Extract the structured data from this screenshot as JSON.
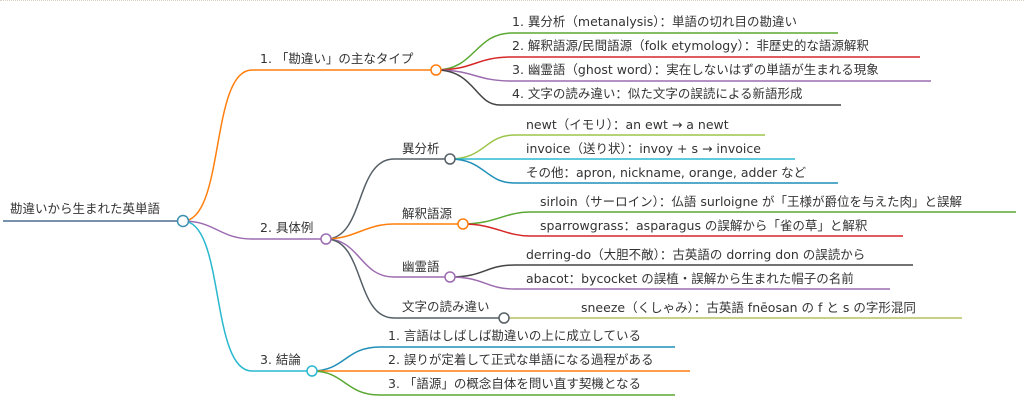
{
  "root": {
    "label": "勘違いから生まれた英単語"
  },
  "branches": [
    {
      "label": "1. 「勘違い」の主なタイプ",
      "items": [
        "1. 異分析（metanalysis）：単語の切れ目の勘違い",
        "2. 解釈語源/民間語源（folk etymology）：非歴史的な語源解釈",
        "3. 幽霊語（ghost word）：実在しないはずの単語が生まれる現象",
        "4. 文字の読み違い：似た文字の誤読による新語形成"
      ]
    },
    {
      "label": "2. 具体例",
      "groups": [
        {
          "label": "異分析",
          "items": [
            "newt（イモリ）：an ewt → a newt",
            "invoice（送り状）：invoy + s → invoice",
            "その他：apron, nickname, orange, adder など"
          ]
        },
        {
          "label": "解釈語源",
          "items": [
            "sirloin（サーロイン）：仏語 surloigne が「王様が爵位を与えた肉」と誤解",
            "sparrowgrass：asparagus の誤解から「雀の草」と解釈"
          ]
        },
        {
          "label": "幽霊語",
          "items": [
            "derring-do（大胆不敵）：古英語の dorring don の誤読から",
            "abacot：bycocket の誤植・誤解から生まれた帽子の名前"
          ]
        },
        {
          "label": "文字の読み違い",
          "items": [
            "sneeze（くしゃみ）：古英語 fnēosan の f と s の字形混同"
          ]
        }
      ]
    },
    {
      "label": "3. 結論",
      "items": [
        "1. 言語はしばしば勘違いの上に成立している",
        "2. 誤りが定着して正式な単語になる過程がある",
        "3. 「語源」の概念自体を問い直す契機となる"
      ]
    }
  ],
  "colors": {
    "root": "#4a6f8f",
    "orange": "#ff7f0e",
    "purple": "#9c6bb0",
    "cyan": "#2ab8cf",
    "green": "#5aa832",
    "lightgreen": "#9bc54a",
    "red": "#d62728",
    "gray": "#555f66",
    "blue": "#1f8fb8",
    "olive": "#b8c060"
  }
}
